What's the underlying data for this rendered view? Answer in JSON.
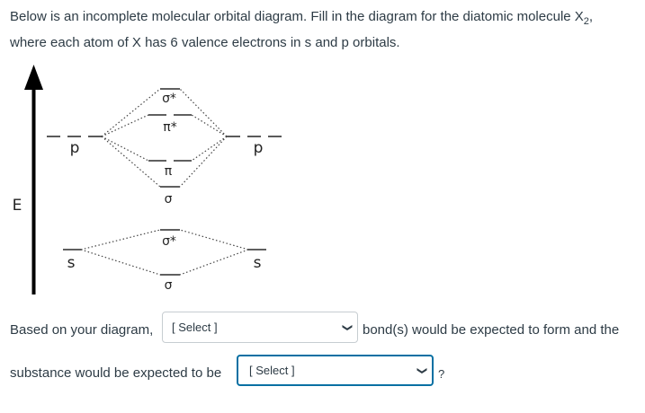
{
  "question": {
    "line1": "Below is an incomplete molecular orbital diagram. Fill in the diagram for the diatomic molecule X",
    "subscript": "2",
    "line1_end": ",",
    "line2": "where each atom of X has 6 valence electrons in s and p orbitals."
  },
  "diagram": {
    "axis_label": "E",
    "left_p_label": "p",
    "right_p_label": "p",
    "left_s_label": "s",
    "right_s_label": "s",
    "sigma_p_star_label": "σ*",
    "pi_p_star_label": "π*",
    "pi_p_label": "π",
    "sigma_p_label": "σ",
    "sigma_s_star_label": "σ*",
    "sigma_s_label": "σ"
  },
  "sentence": {
    "part1": "Based on your diagram,",
    "part2": "bond(s) would be expected to form and the",
    "part3": "substance would be expected to be",
    "part4": "?"
  },
  "select1": {
    "value": "[ Select ]"
  },
  "select2": {
    "value": "[ Select ]"
  },
  "icons": {
    "dropdown": "chevron-down-icon",
    "arrow": "arrow-up-icon"
  }
}
